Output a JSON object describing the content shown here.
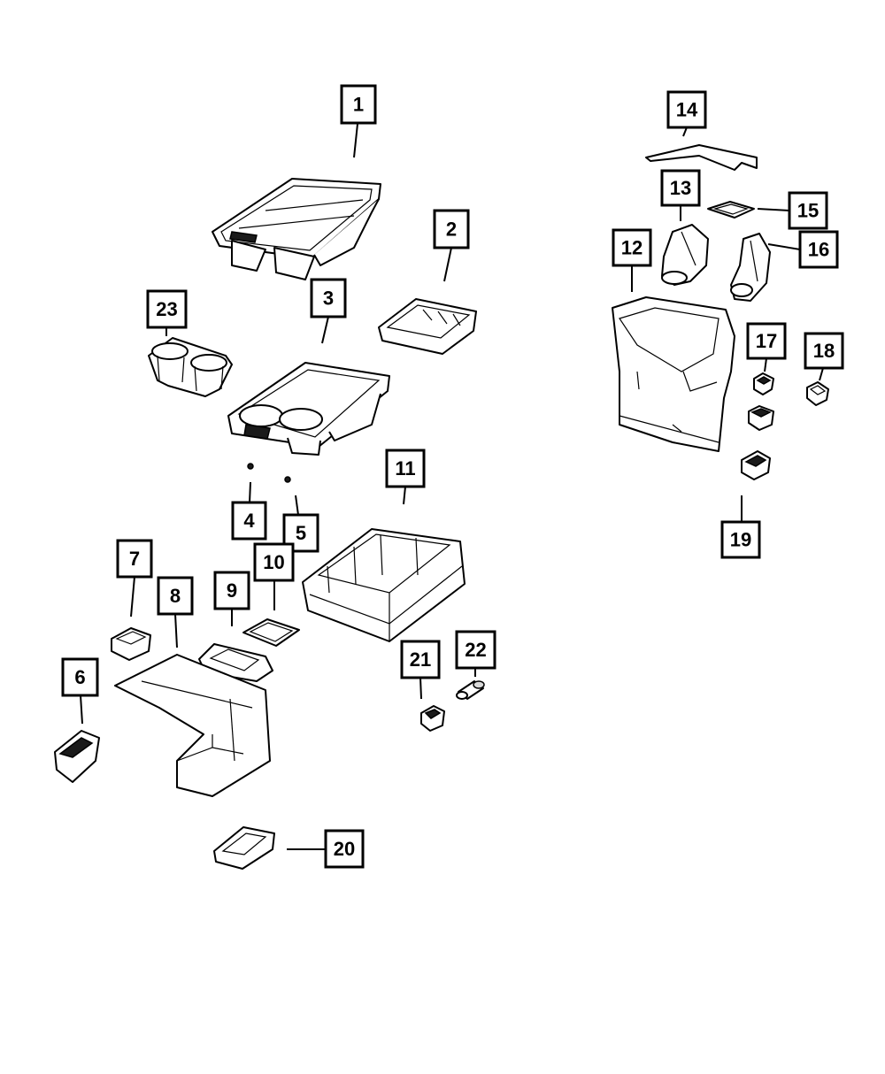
{
  "diagram": {
    "callouts": {
      "c1": "1",
      "c2": "2",
      "c3": "3",
      "c4": "4",
      "c5": "5",
      "c6": "6",
      "c7": "7",
      "c8": "8",
      "c9": "9",
      "c10": "10",
      "c11": "11",
      "c12": "12",
      "c13": "13",
      "c14": "14",
      "c15": "15",
      "c16": "16",
      "c17": "17",
      "c18": "18",
      "c19": "19",
      "c20": "20",
      "c21": "21",
      "c22": "22",
      "c23": "23"
    }
  }
}
